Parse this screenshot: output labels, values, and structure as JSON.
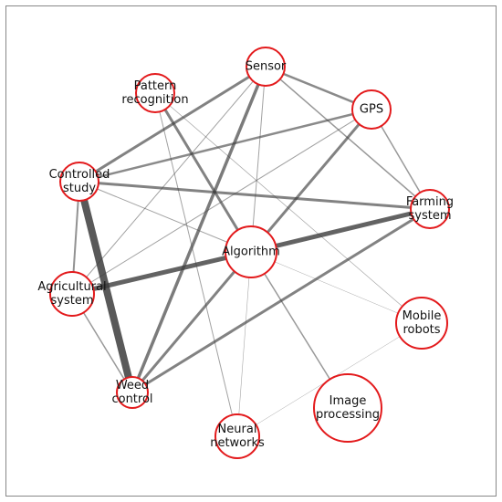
{
  "colors": {
    "background": "#ffffff",
    "border": "#888888",
    "node_stroke": "#e31a1c",
    "node_fill": "#ffffff",
    "edge": "#3c3c3c",
    "label": "#111111"
  },
  "nodes": [
    {
      "id": "sensor",
      "lines": [
        "Sensor"
      ]
    },
    {
      "id": "pattern",
      "lines": [
        "Pattern",
        "recognition"
      ]
    },
    {
      "id": "gps",
      "lines": [
        "GPS"
      ]
    },
    {
      "id": "controlled",
      "lines": [
        "Controlled",
        "study"
      ]
    },
    {
      "id": "farming",
      "lines": [
        "Farming",
        "system"
      ]
    },
    {
      "id": "algorithm",
      "lines": [
        "Algorithm"
      ]
    },
    {
      "id": "agri",
      "lines": [
        "Agricultural",
        "system"
      ]
    },
    {
      "id": "mobile",
      "lines": [
        "Mobile",
        "robots"
      ]
    },
    {
      "id": "weed",
      "lines": [
        "Weed",
        "control"
      ]
    },
    {
      "id": "image",
      "lines": [
        "Image",
        "processing"
      ]
    },
    {
      "id": "neural",
      "lines": [
        "Neural",
        "networks"
      ]
    }
  ],
  "edges": [
    {
      "a": "controlled",
      "b": "weed",
      "w": 8
    },
    {
      "a": "algorithm",
      "b": "farming",
      "w": 5
    },
    {
      "a": "agri",
      "b": "algorithm",
      "w": 5
    },
    {
      "a": "algorithm",
      "b": "weed",
      "w": 3
    },
    {
      "a": "algorithm",
      "b": "gps",
      "w": 3
    },
    {
      "a": "pattern",
      "b": "algorithm",
      "w": 3
    },
    {
      "a": "sensor",
      "b": "weed",
      "w": 3.5
    },
    {
      "a": "controlled",
      "b": "farming",
      "w": 3
    },
    {
      "a": "controlled",
      "b": "gps",
      "w": 2.5
    },
    {
      "a": "controlled",
      "b": "sensor",
      "w": 3
    },
    {
      "a": "weed",
      "b": "farming",
      "w": 3
    },
    {
      "a": "sensor",
      "b": "gps",
      "w": 2.5
    },
    {
      "a": "sensor",
      "b": "farming",
      "w": 1.5
    },
    {
      "a": "sensor",
      "b": "agri",
      "w": 1
    },
    {
      "a": "sensor",
      "b": "algorithm",
      "w": 1
    },
    {
      "a": "gps",
      "b": "farming",
      "w": 1.5
    },
    {
      "a": "controlled",
      "b": "agri",
      "w": 2
    },
    {
      "a": "controlled",
      "b": "algorithm",
      "w": 1
    },
    {
      "a": "agri",
      "b": "weed",
      "w": 1.5
    },
    {
      "a": "agri",
      "b": "gps",
      "w": 1
    },
    {
      "a": "pattern",
      "b": "neural",
      "w": 1
    },
    {
      "a": "pattern",
      "b": "mobile",
      "w": 0.7
    },
    {
      "a": "algorithm",
      "b": "image",
      "w": 1.5
    },
    {
      "a": "algorithm",
      "b": "neural",
      "w": 0.6
    },
    {
      "a": "algorithm",
      "b": "mobile",
      "w": 0.5
    },
    {
      "a": "neural",
      "b": "mobile",
      "w": 0.5
    }
  ]
}
